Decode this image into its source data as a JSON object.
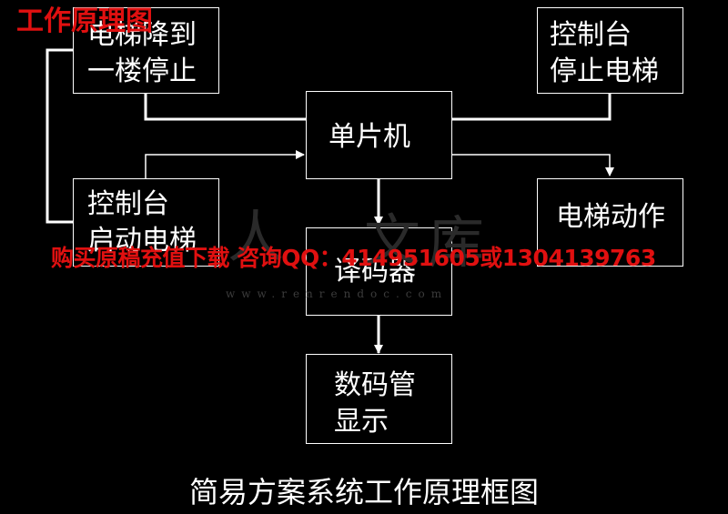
{
  "corner_title": "工作原理图",
  "nodes": {
    "floor_stop": "电梯降到\n一楼停止",
    "console_stop": "控制台\n停止电梯",
    "mcu": "单片机",
    "console_start": "控制台\n启动电梯",
    "elevator_action": "电梯动作",
    "decoder": "译码器",
    "display": "数码管\n显示"
  },
  "watermark": {
    "text": "购买原稿充值下载 咨询QQ：414951605或1304139763",
    "url": "www.renrendoc.com",
    "logo_chars": [
      "人",
      "文",
      "库"
    ]
  },
  "caption": "简易方案系统工作原理框图"
}
